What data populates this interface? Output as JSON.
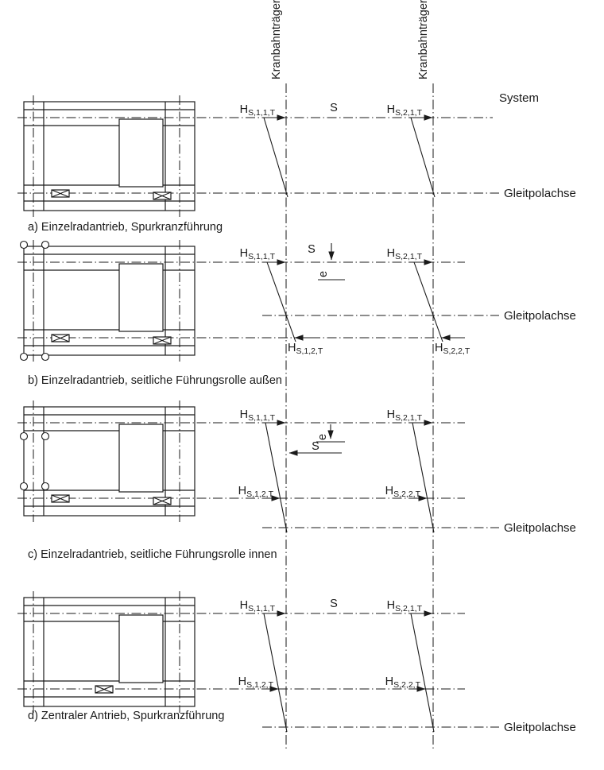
{
  "header": {
    "girder_axis_left": "Kranbahnträger",
    "girder_axis_right": "Kranbahnträger",
    "system": "System"
  },
  "symbols": {
    "force": "H",
    "sub_s11t": "S,1,1,T",
    "sub_s21t": "S,2,1,T",
    "sub_s12t": "S,1,2,T",
    "sub_s22t": "S,2,2,T",
    "span": "S",
    "eccentricity": "e",
    "glide_pole_axis": "Gleitpolachse"
  },
  "sections": [
    {
      "id": "a",
      "caption": "a) Einzelradantrieb, Spurkranzführung"
    },
    {
      "id": "b",
      "caption": "b) Einzelradantrieb, seitliche Führungsrolle außen"
    },
    {
      "id": "c",
      "caption": "c) Einzelradantrieb, seitliche Führungsrolle innen"
    },
    {
      "id": "d",
      "caption": "d) Zentraler Antrieb, Spurkranzführung"
    }
  ]
}
